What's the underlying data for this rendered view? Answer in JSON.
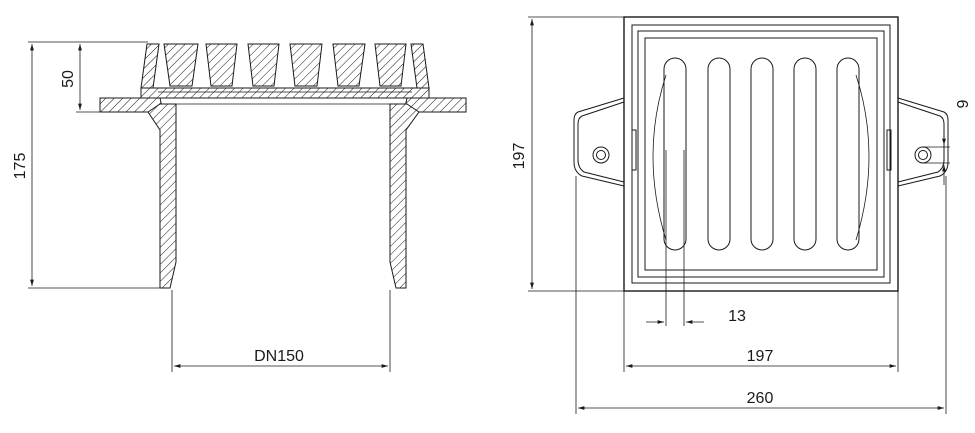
{
  "side_view": {
    "flange_height": "50",
    "total_height": "175",
    "pipe_diameter": "DN150"
  },
  "top_view": {
    "grate_height": "197",
    "hole_diameter": "9",
    "slot_width": "13",
    "grate_width": "197",
    "overall_width": "260"
  }
}
